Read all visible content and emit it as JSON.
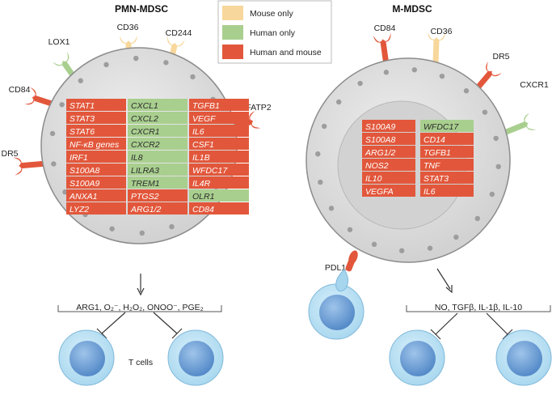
{
  "colors": {
    "mouse_only": "#f7d79b",
    "human_only": "#a9cf8f",
    "human_and_mouse": "#e2573b",
    "cell_body": "#e3e3e3",
    "t_cell": "#bfe3f4",
    "t_cell_nucleus": "#6e9fd3"
  },
  "legend": [
    {
      "label": "Mouse only",
      "category": "mouse_only"
    },
    {
      "label": "Human only",
      "category": "human_only"
    },
    {
      "label": "Human and mouse",
      "category": "human_and_mouse"
    }
  ],
  "pmn": {
    "title": "PMN-MDSC",
    "receptors": [
      {
        "label": "LOX1",
        "category": "human_only"
      },
      {
        "label": "CD36",
        "category": "mouse_only"
      },
      {
        "label": "CD244",
        "category": "mouse_only"
      },
      {
        "label": "CD84",
        "category": "human_and_mouse"
      },
      {
        "label": "FATP2",
        "category": "human_and_mouse"
      },
      {
        "label": "DR5",
        "category": "human_and_mouse"
      }
    ],
    "table": [
      [
        {
          "t": "STAT1",
          "c": "human_and_mouse"
        },
        {
          "t": "CXCL1",
          "c": "human_only"
        },
        {
          "t": "TGFB1",
          "c": "human_and_mouse"
        }
      ],
      [
        {
          "t": "STAT3",
          "c": "human_and_mouse"
        },
        {
          "t": "CXCL2",
          "c": "human_only"
        },
        {
          "t": "VEGF",
          "c": "human_and_mouse"
        }
      ],
      [
        {
          "t": "STAT6",
          "c": "human_and_mouse"
        },
        {
          "t": "CXCR1",
          "c": "human_only"
        },
        {
          "t": "IL6",
          "c": "human_and_mouse"
        }
      ],
      [
        {
          "t": "NF-κB genes",
          "c": "human_and_mouse",
          "upright": true
        },
        {
          "t": "CXCR2",
          "c": "human_only"
        },
        {
          "t": "CSF1",
          "c": "human_and_mouse"
        }
      ],
      [
        {
          "t": "IRF1",
          "c": "human_and_mouse"
        },
        {
          "t": "IL8",
          "c": "human_only"
        },
        {
          "t": "IL1B",
          "c": "human_and_mouse"
        }
      ],
      [
        {
          "t": "S100A8",
          "c": "human_and_mouse"
        },
        {
          "t": "LILRA3",
          "c": "human_only"
        },
        {
          "t": "WFDC17",
          "c": "human_and_mouse"
        }
      ],
      [
        {
          "t": "S100A9",
          "c": "human_and_mouse"
        },
        {
          "t": "TREM1",
          "c": "human_only"
        },
        {
          "t": "IL4R",
          "c": "human_and_mouse"
        }
      ],
      [
        {
          "t": "ANXA1",
          "c": "human_and_mouse"
        },
        {
          "t": "PTGS2",
          "c": "human_and_mouse"
        },
        {
          "t": "OLR1",
          "c": "human_only"
        }
      ],
      [
        {
          "t": "LYZ2",
          "c": "human_and_mouse"
        },
        {
          "t": "ARG1/2",
          "c": "human_and_mouse"
        },
        {
          "t": "CD84",
          "c": "human_and_mouse"
        }
      ]
    ],
    "mediators": "ARG1, O₂⁻, H₂O₂, ONOO⁻, PGE₂",
    "t_cells_label": "T cells"
  },
  "mmdsc": {
    "title": "M-MDSC",
    "receptors": [
      {
        "label": "CD84",
        "category": "human_and_mouse"
      },
      {
        "label": "CD36",
        "category": "mouse_only"
      },
      {
        "label": "DR5",
        "category": "human_and_mouse"
      },
      {
        "label": "CXCR1",
        "category": "human_only"
      },
      {
        "label": "PDL1",
        "category": "human_and_mouse"
      }
    ],
    "table": [
      [
        {
          "t": "S100A9",
          "c": "human_and_mouse"
        },
        {
          "t": "WFDC17",
          "c": "human_only"
        }
      ],
      [
        {
          "t": "S100A8",
          "c": "human_and_mouse"
        },
        {
          "t": "CD14",
          "c": "human_and_mouse"
        }
      ],
      [
        {
          "t": "ARG1/2",
          "c": "human_and_mouse"
        },
        {
          "t": "TGFB1",
          "c": "human_and_mouse"
        }
      ],
      [
        {
          "t": "NOS2",
          "c": "human_and_mouse"
        },
        {
          "t": "TNF",
          "c": "human_and_mouse"
        }
      ],
      [
        {
          "t": "IL10",
          "c": "human_and_mouse"
        },
        {
          "t": "STAT3",
          "c": "human_and_mouse"
        }
      ],
      [
        {
          "t": "VEGFA",
          "c": "human_and_mouse"
        },
        {
          "t": "IL6",
          "c": "human_and_mouse"
        }
      ]
    ],
    "mediators": "NO, TGFβ, IL-1β, IL-10"
  }
}
